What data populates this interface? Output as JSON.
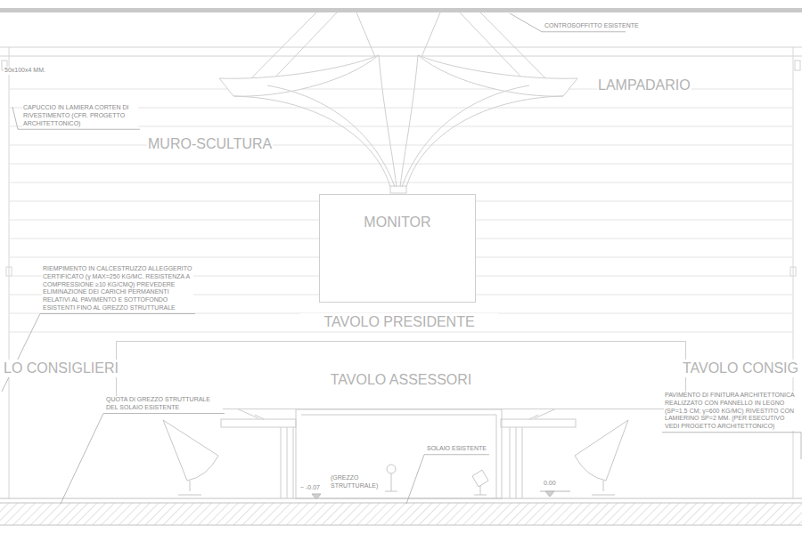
{
  "diagram": {
    "nodes": [
      {
        "text": [
          "MONITOR"
        ]
      },
      {
        "text": [
          "TAVOLO ASSESSORI"
        ]
      }
    ],
    "labels": [
      "CONTROSOFFITTO ESISTENTE",
      "50x100x4 MM.",
      "CAPUCCIO IN LAMIERA CORTEN DI RIVESTIMENTO (CFR. PROGETTO ARCHITETTONICO)",
      "MURO-SCULTURA",
      "LAMPADARIO",
      "TAVOLO PRESIDENTE",
      "LO CONSIGLIERI",
      "TAVOLO CONSIG",
      "RIEMPIMENTO IN CALCESTRUZZO ALLEGGERITO CERTIFICATO (γ MAX=250 KG/MC. RESISTENZA A COMPRESSIONE ≥10 KG/CMQ) PREVEDERE ELIMINAZIONE DEI CARICHI PERMANENTI RELATIVI AL PAVIMENTO E SOTTOFONDO ESISTENTI FINO AL GREZZO STRUTTURALE",
      "QUOTA DI GREZZO STRUTTURALE DEL SOLAIO ESISTENTE",
      "SOLAIO ESISTENTE",
      "~ -0.07",
      "(GREZZO STRUTTURALE)",
      "0.00",
      "PAVIMENTO DI FINITURA ARCHITETTONICA REALIZZATO CON PANNELLO IN LEGNO (SP=1.5 CM; γ=600 KG/MC) RIVESTITO CON LAMIERINO SP=2 MM. (PER ESECUTIVO VEDI PROGETTO ARCHITETTONICO)"
    ]
  }
}
